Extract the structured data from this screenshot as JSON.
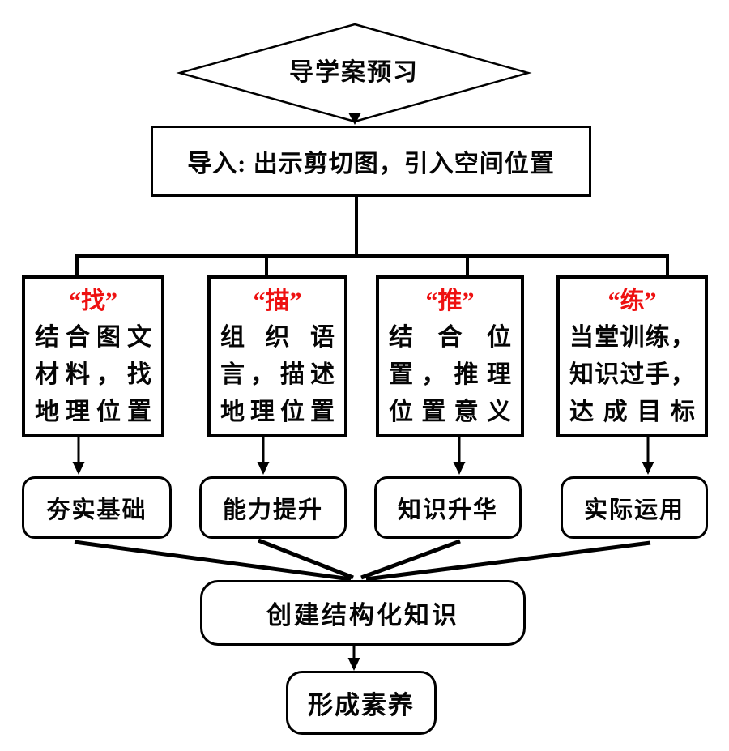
{
  "flowchart": {
    "diamond": {
      "label": "导学案预习"
    },
    "intro": {
      "label": "导入: 出示剪切图，引入空间位置"
    },
    "steps": [
      {
        "tag": "“找”",
        "lines": [
          "结合图文",
          "材料，找",
          "地理位置"
        ],
        "outcome": "夯实基础"
      },
      {
        "tag": "“描”",
        "lines": [
          "组织语",
          "言，描述",
          "地理位置"
        ],
        "outcome": "能力提升"
      },
      {
        "tag": "“推”",
        "lines": [
          "结合位",
          "置，推理",
          "位置意义"
        ],
        "outcome": "知识升华"
      },
      {
        "tag": "“练”",
        "lines": [
          "当堂训练，",
          "知识过手，",
          "达成目标"
        ],
        "outcome": "实际运用"
      }
    ],
    "synthesis": {
      "label": "创建结构化知识"
    },
    "result": {
      "label": "形成素养"
    }
  },
  "colors": {
    "accent_red": "#ee1111",
    "line_black": "#000000",
    "background": "#ffffff"
  }
}
